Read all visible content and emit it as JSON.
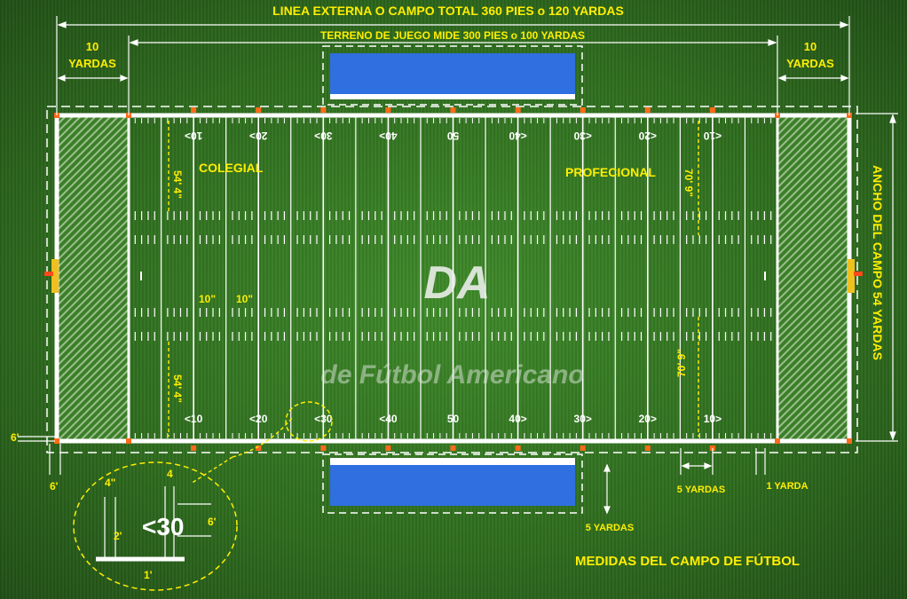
{
  "title": "MEDIDAS DEL CAMPO DE FÚTBOL",
  "top_dimension_label": "LINEA EXTERNA O CAMPO TOTAL 360 PIES o 120 YARDAS",
  "playing_field_label": "TERRENO DE JUEGO MIDE 300 PIES o 100 YARDAS",
  "endzone_left_label": {
    "line1": "10",
    "line2": "YARDAS"
  },
  "endzone_right_label": {
    "line1": "10",
    "line2": "YARDAS"
  },
  "width_label": "ANCHO DEL CAMPO  54 YARDAS",
  "hash_collegiate_label": "COLEGIAL",
  "hash_professional_label": "PROFECIONAL",
  "hash_dist_collegiate": "54' 4\"",
  "hash_dist_professional": "70' 9\"",
  "hash_gap_left": "10\"",
  "hash_gap_right": "10\"",
  "watermark_logo": "DA",
  "watermark_text": "de Fútbol Americano",
  "bottom_yard_numbers": [
    "<10",
    "<20",
    "<30",
    "<40",
    "50",
    "40>",
    "30>",
    "20>",
    "10>"
  ],
  "top_yard_numbers": [
    "10>",
    "20>",
    "30>",
    "40>",
    "50",
    "<40",
    "<30",
    "<20",
    "<10"
  ],
  "side_offset_left_top": "6'",
  "side_offset_left_bottom": "6'",
  "label_5_yardas_a": "5 YARDAS",
  "label_5_yardas_b": "5 YARDAS",
  "label_1_yarda": "1 YARDA",
  "detail": {
    "w4a": "4\"",
    "w4b": "4",
    "number": "<30",
    "h6": "6'",
    "h2": "2'",
    "w1": "1'"
  },
  "colors": {
    "grass": "#2e6c1e",
    "line": "#ffffff",
    "label": "#ffee00",
    "bench": "#2f6fe0",
    "endzone_stripe": "#1f5a16",
    "goalpost": "#f0c020",
    "pylon": "#ff6a1a"
  }
}
